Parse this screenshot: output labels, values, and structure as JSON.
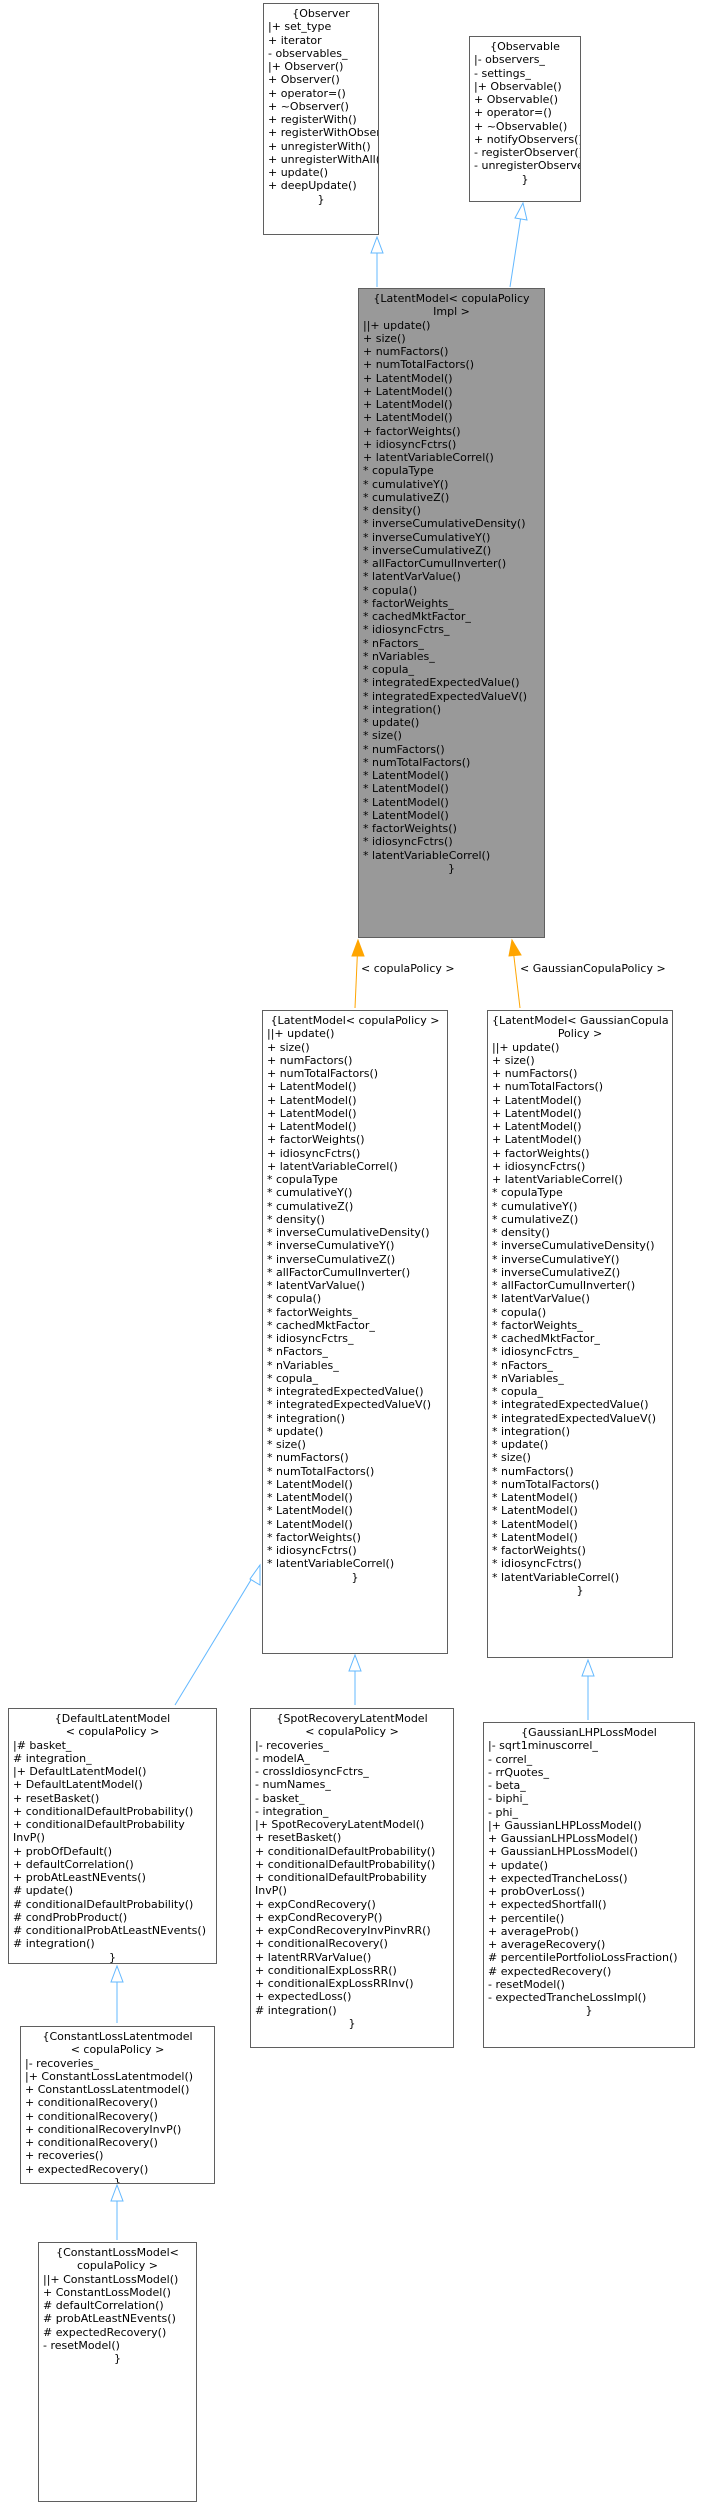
{
  "colors": {
    "inherit_edge": "#63b8ff",
    "template_edge": "#ffa500",
    "focus_fill": "#999999",
    "border": "#5f5f5f"
  },
  "nodes": {
    "observer": {
      "title": "{Observer",
      "lines": [
        "|+ set_type",
        "+ iterator",
        "- observables_",
        "|+ Observer()",
        "+ Observer()",
        "+ operator=()",
        "+ ~Observer()",
        "+ registerWith()",
        "+ registerWithObservables()",
        "+ unregisterWith()",
        "+ unregisterWithAll()",
        "+ update()",
        "+ deepUpdate()"
      ],
      "close": "}"
    },
    "observable": {
      "title": "{Observable",
      "lines": [
        "|- observers_",
        "- settings_",
        "|+ Observable()",
        "+ Observable()",
        "+ operator=()",
        "+ ~Observable()",
        "+ notifyObservers()",
        "- registerObserver()",
        "- unregisterObserver()"
      ],
      "close": "}"
    },
    "latent_impl": {
      "title": "{LatentModel< copulaPolicy\nImpl >",
      "lines": [
        "||+ update()",
        "+ size()",
        "+ numFactors()",
        "+ numTotalFactors()",
        "+ LatentModel()",
        "+ LatentModel()",
        "+ LatentModel()",
        "+ LatentModel()",
        "+ factorWeights()",
        "+ idiosyncFctrs()",
        "+ latentVariableCorrel()",
        "* copulaType",
        "* cumulativeY()",
        "* cumulativeZ()",
        "* density()",
        "* inverseCumulativeDensity()",
        "* inverseCumulativeY()",
        "* inverseCumulativeZ()",
        "* allFactorCumulInverter()",
        "* latentVarValue()",
        "* copula()",
        "* factorWeights_",
        "* cachedMktFactor_",
        "* idiosyncFctrs_",
        "* nFactors_",
        "* nVariables_",
        "* copula_",
        "* integratedExpectedValue()",
        "* integratedExpectedValueV()",
        "* integration()",
        "* update()",
        "* size()",
        "* numFactors()",
        "* numTotalFactors()",
        "* LatentModel()",
        "* LatentModel()",
        "* LatentModel()",
        "* LatentModel()",
        "* factorWeights()",
        "* idiosyncFctrs()",
        "* latentVariableCorrel()"
      ],
      "close": "}"
    },
    "latent_copula": {
      "title": "{LatentModel< copulaPolicy >",
      "lines": [
        "||+ update()",
        "+ size()",
        "+ numFactors()",
        "+ numTotalFactors()",
        "+ LatentModel()",
        "+ LatentModel()",
        "+ LatentModel()",
        "+ LatentModel()",
        "+ factorWeights()",
        "+ idiosyncFctrs()",
        "+ latentVariableCorrel()",
        "* copulaType",
        "* cumulativeY()",
        "* cumulativeZ()",
        "* density()",
        "* inverseCumulativeDensity()",
        "* inverseCumulativeY()",
        "* inverseCumulativeZ()",
        "* allFactorCumulInverter()",
        "* latentVarValue()",
        "* copula()",
        "* factorWeights_",
        "* cachedMktFactor_",
        "* idiosyncFctrs_",
        "* nFactors_",
        "* nVariables_",
        "* copula_",
        "* integratedExpectedValue()",
        "* integratedExpectedValueV()",
        "* integration()",
        "* update()",
        "* size()",
        "* numFactors()",
        "* numTotalFactors()",
        "* LatentModel()",
        "* LatentModel()",
        "* LatentModel()",
        "* LatentModel()",
        "* factorWeights()",
        "* idiosyncFctrs()",
        "* latentVariableCorrel()"
      ],
      "close": "}"
    },
    "latent_gauss": {
      "title": "{LatentModel< GaussianCopula\nPolicy >",
      "lines": [
        "||+ update()",
        "+ size()",
        "+ numFactors()",
        "+ numTotalFactors()",
        "+ LatentModel()",
        "+ LatentModel()",
        "+ LatentModel()",
        "+ LatentModel()",
        "+ factorWeights()",
        "+ idiosyncFctrs()",
        "+ latentVariableCorrel()",
        "* copulaType",
        "* cumulativeY()",
        "* cumulativeZ()",
        "* density()",
        "* inverseCumulativeDensity()",
        "* inverseCumulativeY()",
        "* inverseCumulativeZ()",
        "* allFactorCumulInverter()",
        "* latentVarValue()",
        "* copula()",
        "* factorWeights_",
        "* cachedMktFactor_",
        "* idiosyncFctrs_",
        "* nFactors_",
        "* nVariables_",
        "* copula_",
        "* integratedExpectedValue()",
        "* integratedExpectedValueV()",
        "* integration()",
        "* update()",
        "* size()",
        "* numFactors()",
        "* numTotalFactors()",
        "* LatentModel()",
        "* LatentModel()",
        "* LatentModel()",
        "* LatentModel()",
        "* factorWeights()",
        "* idiosyncFctrs()",
        "* latentVariableCorrel()"
      ],
      "close": "}"
    },
    "default_latent": {
      "title": "{DefaultLatentModel\n< copulaPolicy >",
      "lines": [
        "|# basket_",
        "# integration_",
        "|+ DefaultLatentModel()",
        "+ DefaultLatentModel()",
        "+ resetBasket()",
        "+ conditionalDefaultProbability()",
        "+ conditionalDefaultProbability",
        "InvP()",
        "+ probOfDefault()",
        "+ defaultCorrelation()",
        "+ probAtLeastNEvents()",
        "# update()",
        "# conditionalDefaultProbability()",
        "# condProbProduct()",
        "# conditionalProbAtLeastNEvents()",
        "# integration()"
      ],
      "close": "}"
    },
    "spot_recovery": {
      "title": "{SpotRecoveryLatentModel\n< copulaPolicy >",
      "lines": [
        "|- recoveries_",
        "- modelA_",
        "- crossIdiosyncFctrs_",
        "- numNames_",
        "- basket_",
        "- integration_",
        "|+ SpotRecoveryLatentModel()",
        "+ resetBasket()",
        "+ conditionalDefaultProbability()",
        "+ conditionalDefaultProbability()",
        "+ conditionalDefaultProbability",
        "InvP()",
        "+ expCondRecovery()",
        "+ expCondRecoveryP()",
        "+ expCondRecoveryInvPinvRR()",
        "+ conditionalRecovery()",
        "+ latentRRVarValue()",
        "+ conditionalExpLossRR()",
        "+ conditionalExpLossRRInv()",
        "+ expectedLoss()",
        "# integration()"
      ],
      "close": "}"
    },
    "gaussian_lhp": {
      "title": "{GaussianLHPLossModel",
      "lines": [
        "|- sqrt1minuscorrel_",
        "- correl_",
        "- rrQuotes_",
        "- beta_",
        "- biphi_",
        "- phi_",
        "|+ GaussianLHPLossModel()",
        "+ GaussianLHPLossModel()",
        "+ GaussianLHPLossModel()",
        "+ update()",
        "+ expectedTrancheLoss()",
        "+ probOverLoss()",
        "+ expectedShortfall()",
        "+ percentile()",
        "+ averageProb()",
        "+ averageRecovery()",
        "# percentilePortfolioLossFraction()",
        "# expectedRecovery()",
        "- resetModel()",
        "- expectedTrancheLossImpl()"
      ],
      "close": "}"
    },
    "constant_latent": {
      "title": "{ConstantLossLatentmodel\n< copulaPolicy >",
      "lines": [
        "|- recoveries_",
        "|+ ConstantLossLatentmodel()",
        "+ ConstantLossLatentmodel()",
        "+ conditionalRecovery()",
        "+ conditionalRecovery()",
        "+ conditionalRecoveryInvP()",
        "+ conditionalRecovery()",
        "+ recoveries()",
        "+ expectedRecovery()"
      ],
      "close": "}"
    },
    "constant_loss": {
      "title": "{ConstantLossModel<\ncopulaPolicy >",
      "lines": [
        "||+ ConstantLossModel()",
        "+ ConstantLossModel()",
        "# defaultCorrelation()",
        "# probAtLeastNEvents()",
        "# expectedRecovery()",
        "- resetModel()"
      ],
      "close": "}"
    }
  },
  "edge_labels": {
    "copula": "< copulaPolicy >",
    "gaussian": "< GaussianCopulaPolicy >"
  }
}
